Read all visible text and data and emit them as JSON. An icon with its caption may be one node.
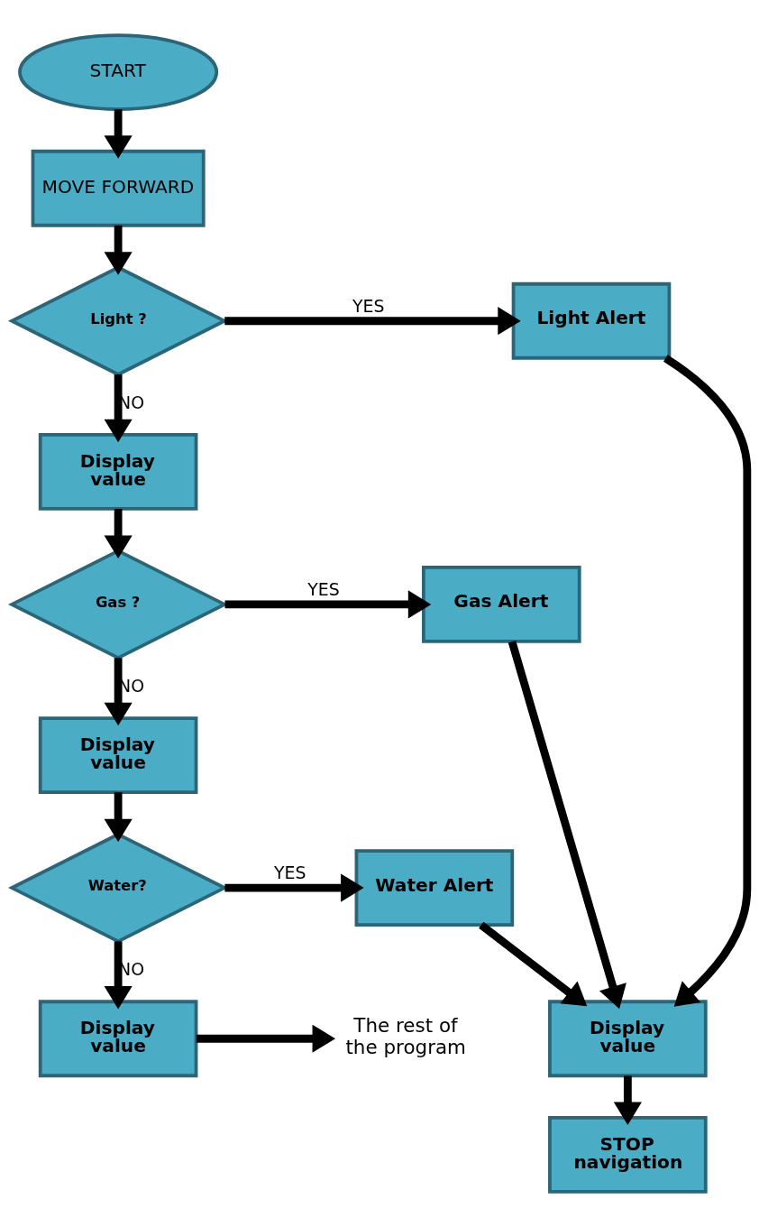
{
  "diagram": {
    "nodes": [
      {
        "text": [
          "START"
        ]
      },
      {
        "text": [
          "MOVE FORWARD"
        ]
      },
      {
        "text": [
          "Light ?"
        ]
      },
      {
        "text": [
          "Light Alert"
        ]
      },
      {
        "text": [
          "Display value"
        ]
      },
      {
        "text": [
          "Gas ?"
        ]
      },
      {
        "text": [
          "Gas Alert"
        ]
      },
      {
        "text": [
          "Display value"
        ]
      },
      {
        "text": [
          "Water?"
        ]
      },
      {
        "text": [
          "Water Alert"
        ]
      },
      {
        "text": [
          "Display value"
        ]
      },
      {
        "text": [
          "STOP navigation"
        ]
      },
      {
        "text": [
          "Display value"
        ]
      },
      {
        "text": [
          "The rest of the program"
        ]
      }
    ],
    "edges": [
      {
        "from": 0,
        "to": 1,
        "arrow": "to"
      },
      {
        "from": 1,
        "to": 2,
        "arrow": "to"
      },
      {
        "from": 2,
        "to": 3,
        "arrow": "to",
        "label": "YES"
      },
      {
        "from": 2,
        "to": 4,
        "arrow": "to",
        "label": "NO"
      },
      {
        "from": 4,
        "to": 5,
        "arrow": "to"
      },
      {
        "from": 5,
        "to": 6,
        "arrow": "to",
        "label": "YES"
      },
      {
        "from": 5,
        "to": 7,
        "arrow": "to",
        "label": "NO"
      },
      {
        "from": 7,
        "to": 8,
        "arrow": "to"
      },
      {
        "from": 8,
        "to": 9,
        "arrow": "to",
        "label": "YES"
      },
      {
        "from": 8,
        "to": 12,
        "arrow": "to",
        "label": "NO"
      },
      {
        "from": 3,
        "to": 10,
        "arrow": "to"
      },
      {
        "from": 6,
        "to": 10,
        "arrow": "to"
      },
      {
        "from": 9,
        "to": 10,
        "arrow": "to"
      },
      {
        "from": 10,
        "to": 11,
        "arrow": "to"
      },
      {
        "from": 12,
        "to": 13,
        "arrow": "to"
      }
    ]
  }
}
